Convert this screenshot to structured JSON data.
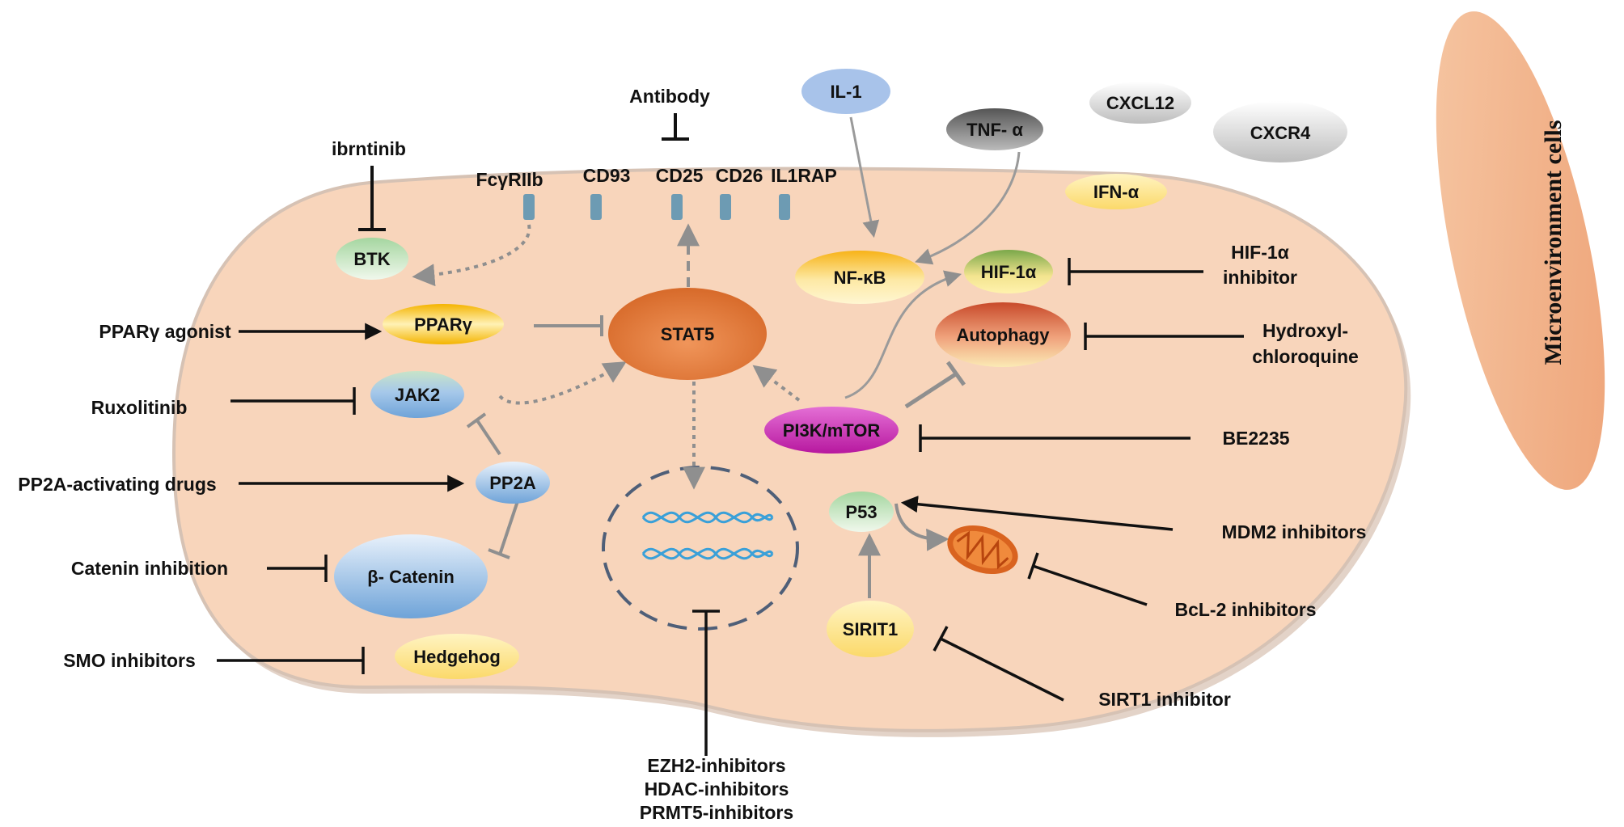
{
  "receptors": {
    "fcgr": "FcγRIIb",
    "cd93": "CD93",
    "cd25": "CD25",
    "cd26": "CD26",
    "il1rap": "IL1RAP"
  },
  "extracellular": {
    "il1": "IL-1",
    "tnf": "TNF- α",
    "cxcl12": "CXCL12",
    "cxcr4": "CXCR4",
    "ifn": "IFN-α",
    "antibody": "Antibody",
    "microenvironment": "Microenvironment cells"
  },
  "nodes": {
    "btk": "BTK",
    "ppar": "PPARγ",
    "stat5": "STAT5",
    "jak2": "JAK2",
    "pp2a": "PP2A",
    "catenin": "β- Catenin",
    "hedgehog": "Hedgehog",
    "nfkb": "NF-κB",
    "hif": "HIF-1α",
    "autophagy": "Autophagy",
    "pi3k": "PI3K/mTOR",
    "p53": "P53",
    "sirit1": "SIRIT1"
  },
  "drugs": {
    "ibrutinib": "ibrntinib",
    "ppar_agonist": "PPARγ agonist",
    "ruxolitinib": "Ruxolitinib",
    "pp2a_drugs": "PP2A-activating drugs",
    "catenin_inhibition": "Catenin inhibition",
    "smo": "SMO inhibitors",
    "hif_inhibitor_1": "HIF-1α",
    "hif_inhibitor_2": "inhibitor",
    "hcq_1": "Hydroxyl-",
    "hcq_2": "chloroquine",
    "be2235": "BE2235",
    "mdm2": "MDM2 inhibitors",
    "bcl2": "BcL-2 inhibitors",
    "sirt1": "SIRT1 inhibitor",
    "ezh2": "EZH2-inhibitors",
    "hdac": "HDAC-inhibitors",
    "prmt5": "PRMT5-inhibitors"
  },
  "colors": {
    "cell_fill": "#f8d5bb",
    "cell_border": "#d6c2b4",
    "receptor": "#6d9bb3",
    "stat5": "#e57d3a",
    "pi3k": "#d43ec0",
    "micro_cell": "#f2b48c"
  }
}
